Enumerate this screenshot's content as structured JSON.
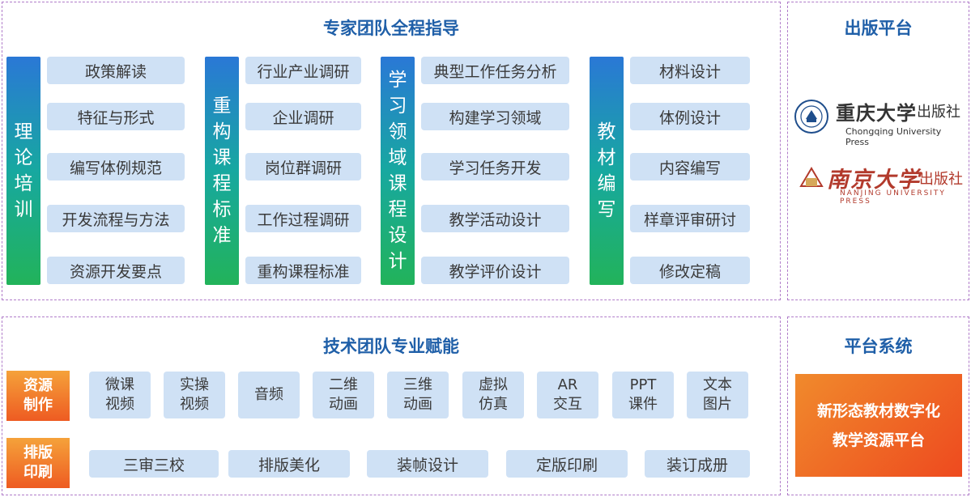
{
  "expert": {
    "title": "专家团队全程指导",
    "columns": [
      {
        "label": "理论培训",
        "items": [
          "政策解读",
          "特征与形式",
          "编写体例规范",
          "开发流程与方法",
          "资源开发要点"
        ]
      },
      {
        "label": "重构课程标准",
        "items": [
          "行业产业调研",
          "企业调研",
          "岗位群调研",
          "工作过程调研",
          "重构课程标准"
        ]
      },
      {
        "label": "学习领域课程设计",
        "items": [
          "典型工作任务分析",
          "构建学习领域",
          "学习任务开发",
          "教学活动设计",
          "教学评价设计"
        ]
      },
      {
        "label": "教材编写",
        "items": [
          "材料设计",
          "体例设计",
          "内容编写",
          "样章评审研讨",
          "修改定稿"
        ]
      }
    ]
  },
  "publishing": {
    "title": "出版平台",
    "chongqing": {
      "cn": "重庆大学",
      "pub": "出版社",
      "en": "Chongqing University Press"
    },
    "nanjing": {
      "cn": "南京大学",
      "pub": "出版社",
      "en": "NANJING UNIVERSITY PRESS"
    }
  },
  "tech": {
    "title": "技术团队专业赋能",
    "resource": {
      "label": "资源\n制作",
      "items": [
        "微课\n视频",
        "实操\n视频",
        "音频",
        "二维\n动画",
        "三维\n动画",
        "虚拟\n仿真",
        "AR\n交互",
        "PPT\n课件",
        "文本\n图片"
      ]
    },
    "layout": {
      "label": "排版\n印刷",
      "items": [
        "三审三校",
        "排版美化",
        "装帧设计",
        "定版印刷",
        "装订成册"
      ]
    }
  },
  "system": {
    "title": "平台系统",
    "platform": "新形态教材数字化\n教学资源平台"
  },
  "colors": {
    "title_blue": "#1f5fa8",
    "item_bg": "#cfe1f5",
    "orange": "#ef6a24",
    "dashed": "#b07cc9"
  }
}
